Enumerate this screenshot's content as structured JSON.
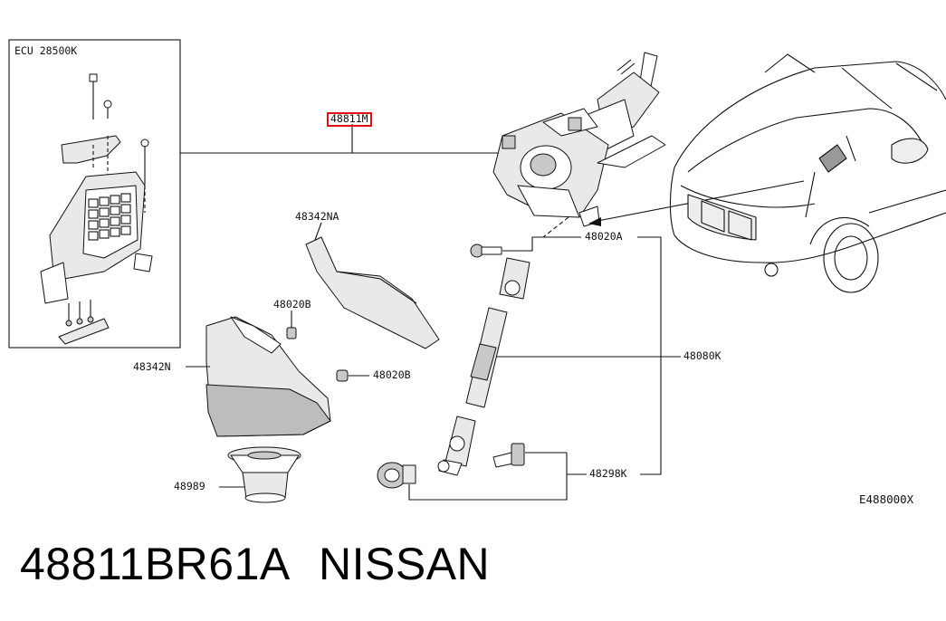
{
  "diagram": {
    "labels": {
      "ecu": "ECU 28500K",
      "column": "48811M",
      "cover_upper": "48342NA",
      "bolt_a": "48020A",
      "bolt_b_upper": "48020B",
      "bolt_b_lower": "48020B",
      "cover_lower": "48342N",
      "shaft": "48080K",
      "joint": "48298K",
      "boot": "48989",
      "diagram_code": "E488000X"
    },
    "highlight_color": "#e01010"
  },
  "caption": {
    "part_number": "48811BR61A",
    "brand": "NISSAN"
  }
}
